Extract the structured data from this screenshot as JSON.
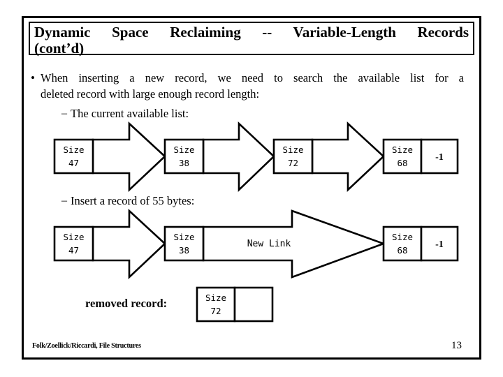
{
  "slide": {
    "title_line_1": "Dynamic Space Reclaiming -- Variable-Length Records",
    "title_line_2": "(cont’d)",
    "bullet_marker": "•",
    "bullet_line_1": "When inserting a new record, we need to search the available list for a",
    "bullet_line_2": "deleted record with large enough record length:",
    "sub_dash": "–",
    "sub_bullet_1": "The current available list:",
    "sub_bullet_2": "Insert a record of 55 bytes:",
    "removed_record_label": "removed record:",
    "footer_source": "Folk/Zoellick/Riccardi, File Structures",
    "page_number": "13"
  },
  "diagram": {
    "size_word": "Size",
    "null_pointer": "-1",
    "new_link_label": "New Link",
    "current_list": {
      "caption": "The current available list:",
      "nodes": [
        {
          "size_label": "Size",
          "size_value": "47",
          "has_next_pointer": true,
          "next_value": ""
        },
        {
          "size_label": "Size",
          "size_value": "38",
          "has_next_pointer": true,
          "next_value": ""
        },
        {
          "size_label": "Size",
          "size_value": "72",
          "has_next_pointer": true,
          "next_value": ""
        },
        {
          "size_label": "Size",
          "size_value": "68",
          "has_next_pointer": false,
          "next_value": "-1"
        }
      ]
    },
    "after_insert": {
      "caption": "Insert a record of 55 bytes:",
      "nodes": [
        {
          "size_label": "Size",
          "size_value": "47",
          "has_next_pointer": true,
          "next_value": ""
        },
        {
          "size_label": "Size",
          "size_value": "38",
          "has_next_pointer": true,
          "next_value": "New Link"
        },
        {
          "size_label": "Size",
          "size_value": "68",
          "has_next_pointer": false,
          "next_value": "-1"
        }
      ]
    },
    "removed_record": {
      "size_label": "Size",
      "size_value": "72",
      "next_value": ""
    }
  },
  "colors": {
    "ink": "#000000",
    "paper": "#ffffff"
  }
}
